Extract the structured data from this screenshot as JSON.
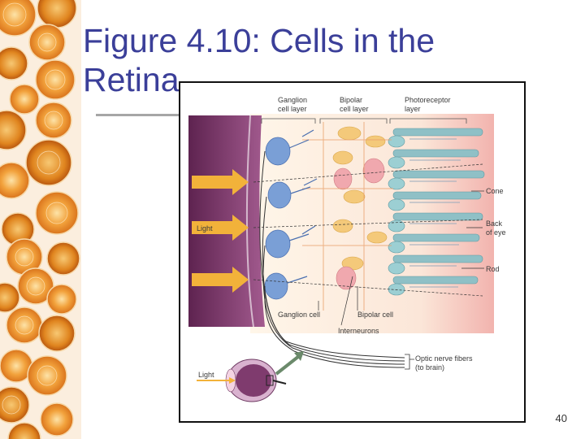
{
  "slide": {
    "title_line1": "Figure 4.10: Cells in the",
    "title_line2": "Retina",
    "page_number": "40"
  },
  "figure": {
    "layer_labels": {
      "ganglion_line1": "Ganglion",
      "ganglion_line2": "cell layer",
      "bipolar_line1": "Bipolar",
      "bipolar_line2": "cell layer",
      "photo_line1": "Photoreceptor",
      "photo_line2": "layer"
    },
    "callouts": {
      "cone": "Cone",
      "back_line1": "Back",
      "back_line2": "of eye",
      "rod": "Rod",
      "light": "Light",
      "ganglion_cell": "Ganglion cell",
      "bipolar_cell": "Bipolar cell",
      "interneurons": "Interneurons",
      "optic_line1": "Optic nerve fibers",
      "optic_line2": "(to brain)",
      "light_eye": "Light"
    },
    "colors": {
      "ganglion": "#7a9fd6",
      "bipolar": "#f4c97a",
      "pink": "#f0a8ae",
      "photoreceptor": "#8fc0c6",
      "eyewall": "#7f3b6e",
      "arrow": "#f2b23a",
      "orange_fruit": "#e8892a"
    }
  }
}
